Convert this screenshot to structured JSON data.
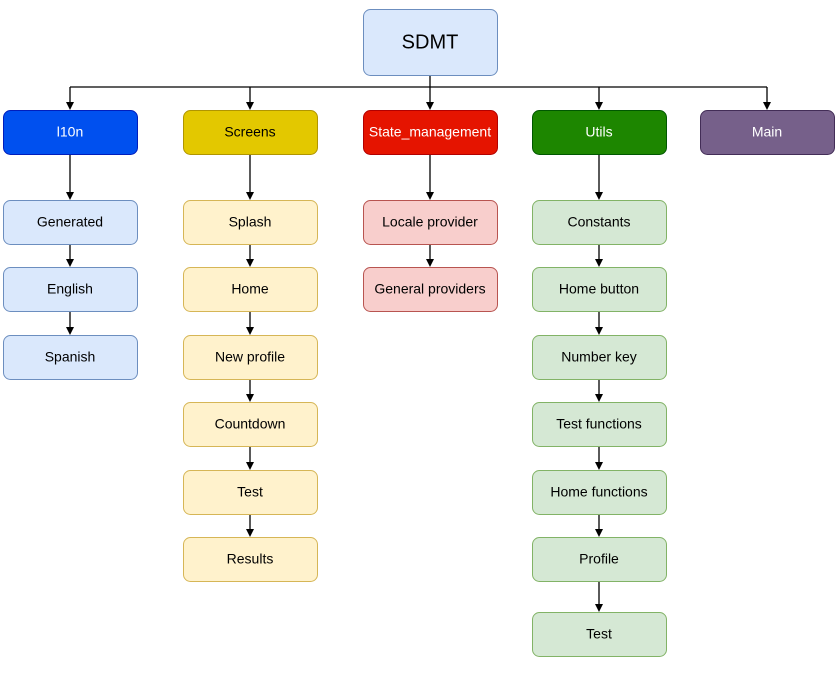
{
  "root": {
    "label": "SDMT",
    "fill": "#dae8fc",
    "stroke": "#6c8ebf",
    "text_color": "#000000"
  },
  "columns": [
    {
      "header": {
        "label": "l10n",
        "fill": "#0050ef",
        "stroke": "#001dbc",
        "text_color": "#ffffff"
      },
      "child_style": {
        "fill": "#dae8fc",
        "stroke": "#6c8ebf"
      },
      "children": [
        "Generated",
        "English",
        "Spanish"
      ]
    },
    {
      "header": {
        "label": "Screens",
        "fill": "#e3c800",
        "stroke": "#b09500",
        "text_color": "#000000"
      },
      "child_style": {
        "fill": "#fff2cc",
        "stroke": "#d6b656"
      },
      "children": [
        "Splash",
        "Home",
        "New profile",
        "Countdown",
        "Test",
        "Results"
      ]
    },
    {
      "header": {
        "label": "State_management",
        "fill": "#e51400",
        "stroke": "#b20000",
        "text_color": "#ffffff"
      },
      "child_style": {
        "fill": "#f8cecc",
        "stroke": "#b85450"
      },
      "children": [
        "Locale provider",
        "General providers"
      ]
    },
    {
      "header": {
        "label": "Utils",
        "fill": "#1d8600",
        "stroke": "#005700",
        "text_color": "#ffffff"
      },
      "child_style": {
        "fill": "#d5e8d4",
        "stroke": "#82b366"
      },
      "children": [
        "Constants",
        "Home button",
        "Number key",
        "Test functions",
        "Home functions",
        "Profile",
        "Test"
      ]
    },
    {
      "header": {
        "label": "Main",
        "fill": "#76608a",
        "stroke": "#432d57",
        "text_color": "#ffffff"
      },
      "child_style": {
        "fill": "#e1d5e7",
        "stroke": "#9673a6"
      },
      "children": []
    }
  ]
}
